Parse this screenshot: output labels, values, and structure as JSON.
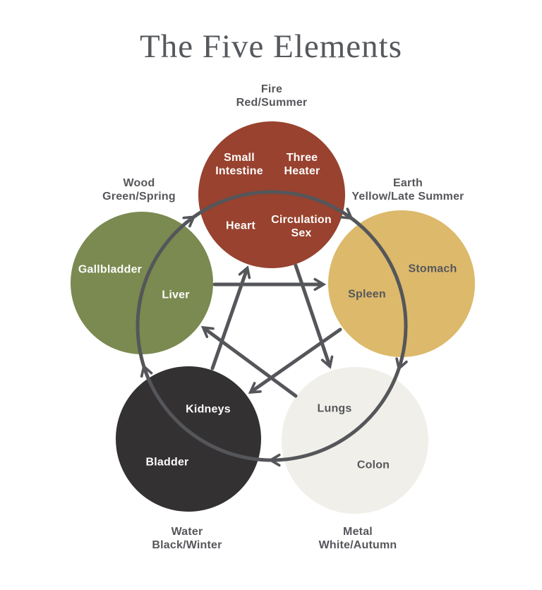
{
  "title": "The Five Elements",
  "cycle_color": "#55565A",
  "elements": {
    "fire": {
      "name": "Fire",
      "season": "Red/Summer",
      "color": "#98422F",
      "organs": {
        "small_intestine": "Small Intestine",
        "three_heater": "Three Heater",
        "heart": "Heart",
        "circulation_sex": "Circulation Sex"
      }
    },
    "earth": {
      "name": "Earth",
      "season": "Yellow/Late Summer",
      "color": "#DCB96B",
      "organs": {
        "stomach": "Stomach",
        "spleen": "Spleen"
      }
    },
    "metal": {
      "name": "Metal",
      "season": "White/Autumn",
      "color": "#F0EFE9",
      "organs": {
        "lungs": "Lungs",
        "colon": "Colon"
      }
    },
    "water": {
      "name": "Water",
      "season": "Black/Winter",
      "color": "#333132",
      "organs": {
        "kidneys": "Kidneys",
        "bladder": "Bladder"
      }
    },
    "wood": {
      "name": "Wood",
      "season": "Green/Spring",
      "color": "#7A8A50",
      "organs": {
        "gallbladder": "Gallbladder",
        "liver": "Liver"
      }
    }
  }
}
